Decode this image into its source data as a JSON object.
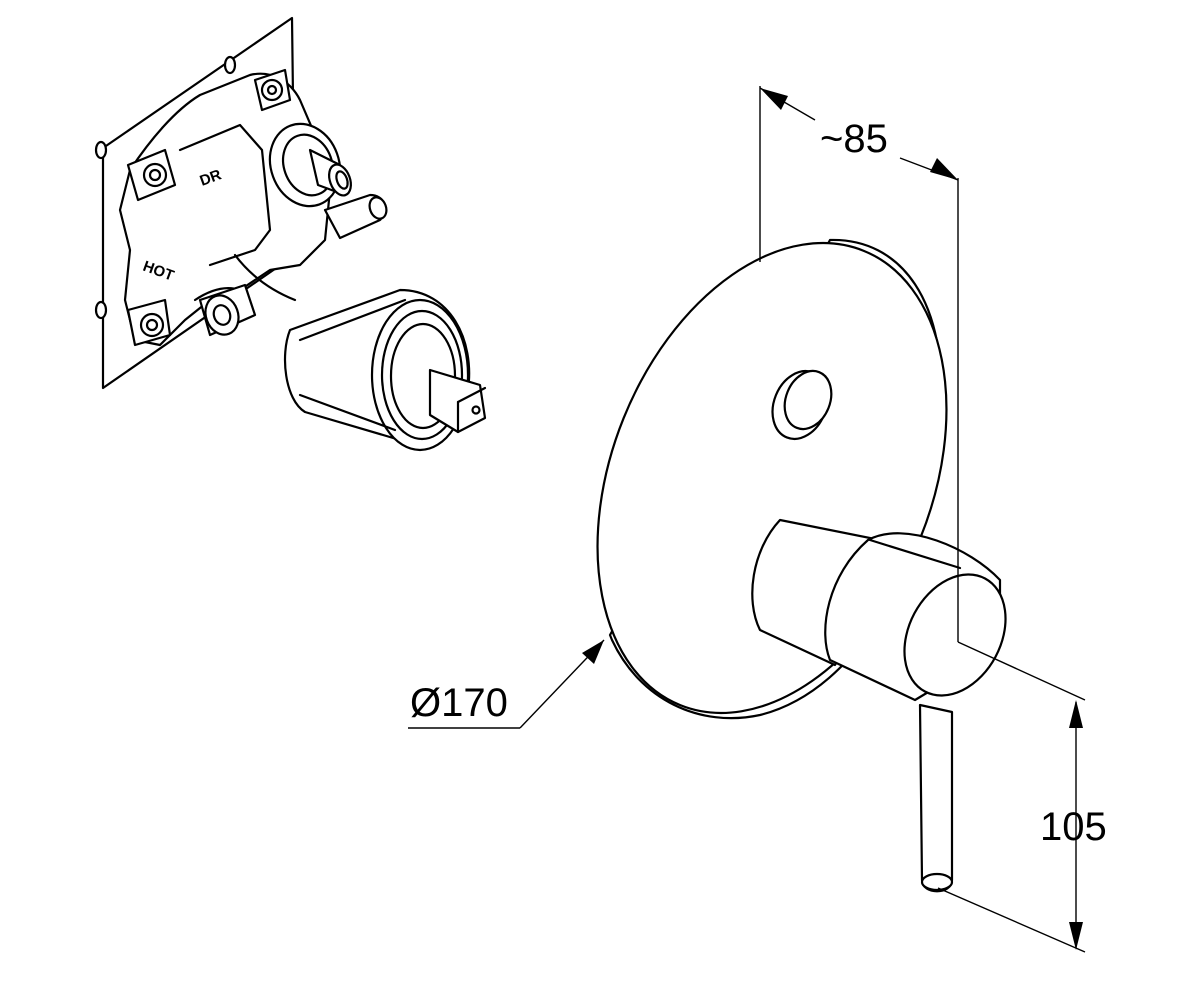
{
  "valve_body": {
    "label_dr": "DR",
    "label_hot": "HOT"
  },
  "dimensions": {
    "depth": "~85",
    "diameter": "Ø170",
    "height": "105"
  }
}
